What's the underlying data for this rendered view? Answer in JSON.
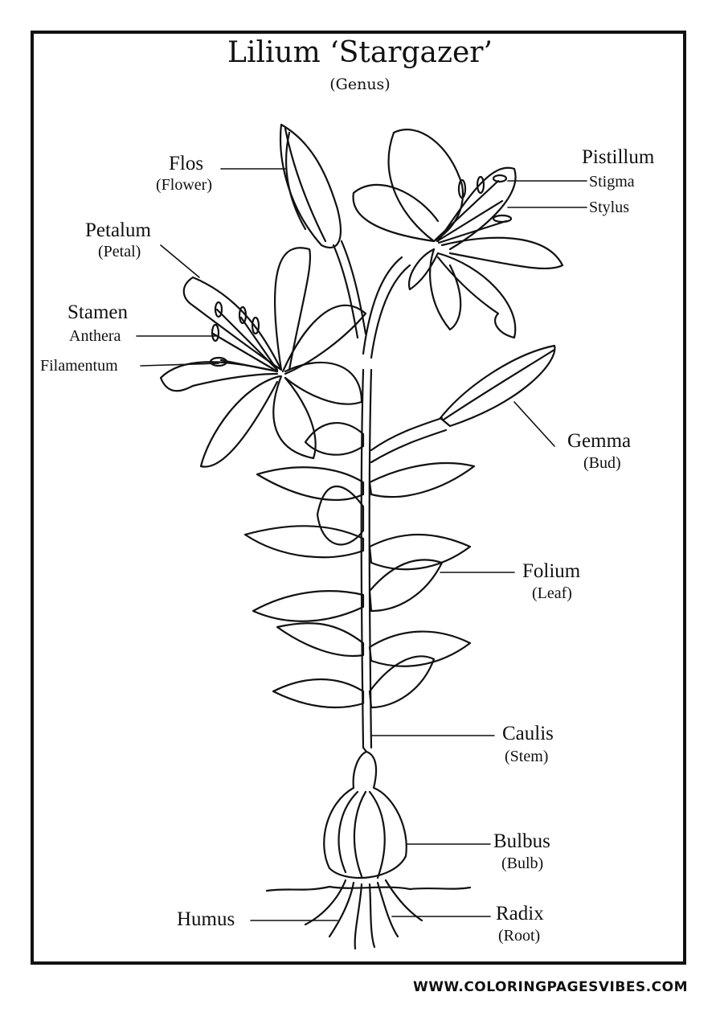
{
  "header": {
    "title": "Lilium ‘Stargazer’",
    "subtitle": "(Genus)"
  },
  "labels": {
    "flos": {
      "latin": "Flos",
      "english": "(Flower)"
    },
    "petalum": {
      "latin": "Petalum",
      "english": "(Petal)"
    },
    "stamen": {
      "latin": "Stamen"
    },
    "anthera": {
      "latin": "Anthera"
    },
    "filamentum": {
      "latin": "Filamentum"
    },
    "pistillum": {
      "latin": "Pistillum"
    },
    "stigma": {
      "latin": "Stigma"
    },
    "stylus": {
      "latin": "Stylus"
    },
    "gemma": {
      "latin": "Gemma",
      "english": "(Bud)"
    },
    "folium": {
      "latin": "Folium",
      "english": "(Leaf)"
    },
    "caulis": {
      "latin": "Caulis",
      "english": "(Stem)"
    },
    "bulbus": {
      "latin": "Bulbus",
      "english": "(Bulb)"
    },
    "humus": {
      "latin": "Humus"
    },
    "radix": {
      "latin": "Radix",
      "english": "(Root)"
    }
  },
  "footer": {
    "website": "WWW.COLORINGPAGESVIBES.COM"
  }
}
